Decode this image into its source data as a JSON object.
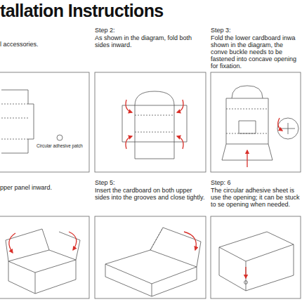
{
  "diagram": {
    "title": "tallation Instructions",
    "nodes": [
      {
        "text": [
          "l accessories.",
          "Circular adhesive patch"
        ]
      },
      {
        "text": [
          "Step 2:",
          "As shown in the diagram, fold both sides inward."
        ]
      },
      {
        "text": [
          "Step 3:",
          "Fold the lower cardboard inwa shown in the diagram, the conve buckle needs to be fastened into concave opening for fixation."
        ]
      },
      {
        "text": [
          "pper panel inward."
        ]
      },
      {
        "text": [
          "Step 5:",
          "Insert the cardboard on both upper sides into the grooves and close tightly."
        ]
      },
      {
        "text": [
          "Step: 6",
          "The circular adhesive sheet is use the opening; it can be stuck to se opening when needed."
        ]
      }
    ]
  }
}
